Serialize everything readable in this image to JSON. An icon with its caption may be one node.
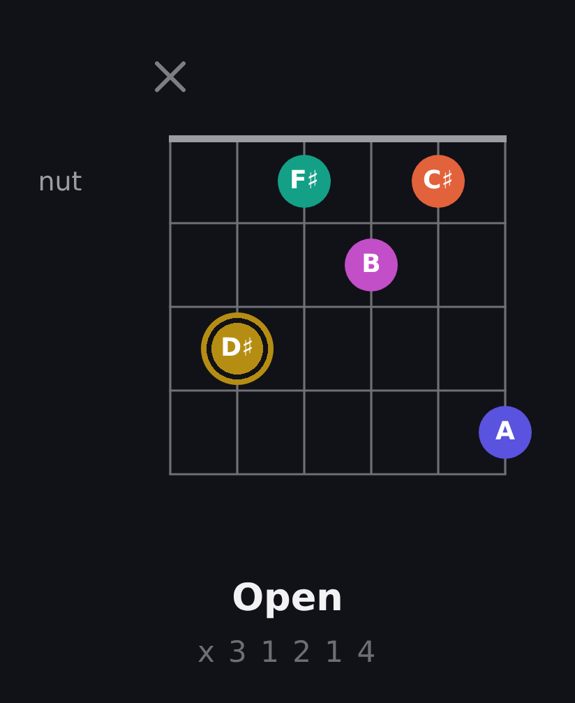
{
  "diagram": {
    "title": "Open",
    "nodes": [
      {
        "text": [
          "F♯"
        ]
      },
      {
        "text": [
          "C♯"
        ]
      },
      {
        "text": [
          "B"
        ]
      },
      {
        "text": [
          "D♯"
        ]
      },
      {
        "text": [
          "A"
        ]
      }
    ],
    "labels": [
      "nut",
      "x 3 1 2 1 4"
    ]
  }
}
